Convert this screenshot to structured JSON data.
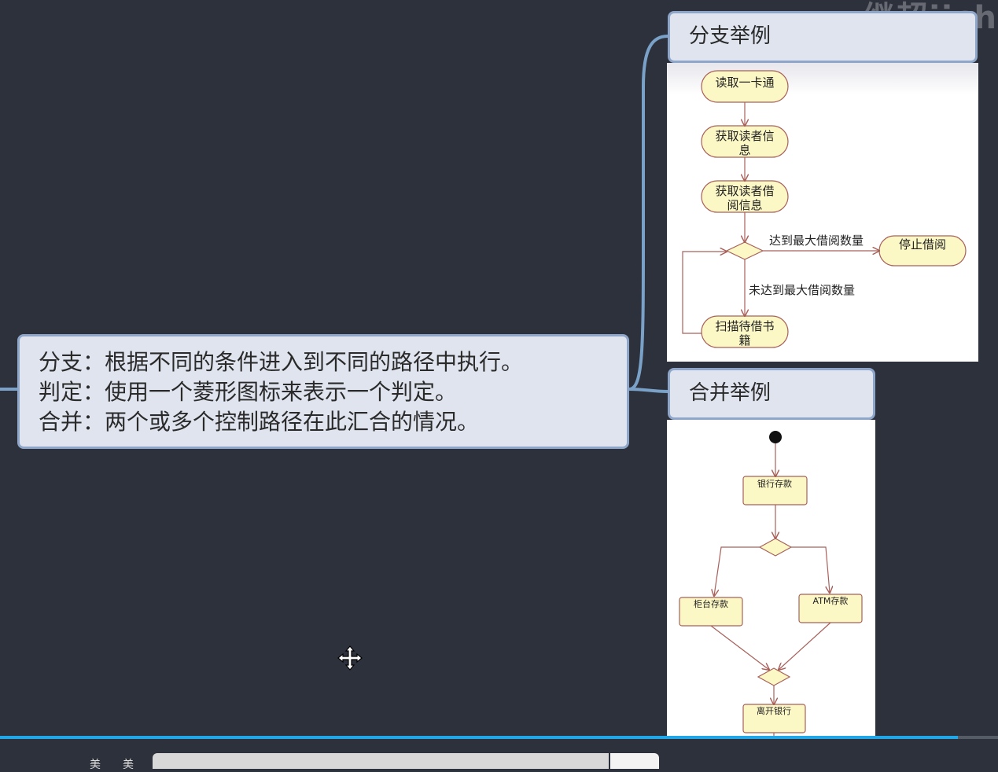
{
  "watermark": "继超jich",
  "mindmap": {
    "main_node": {
      "lines": [
        "分支：根据不同的条件进入到不同的路径中执行。",
        "判定：使用一个菱形图标来表示一个判定。",
        "合并：两个或多个控制路径在此汇合的情况。"
      ]
    },
    "branch_topic": {
      "title": "分支举例"
    },
    "merge_topic": {
      "title": "合并举例"
    }
  },
  "branch_diagram": {
    "states": {
      "read_card": "读取一卡通",
      "reader_info_1": "获取读者信",
      "reader_info_2": "息",
      "borrow_info_1": "获取读者借",
      "borrow_info_2": "阅信息",
      "stop_borrow": "停止借阅",
      "scan_book_1": "扫描待借书",
      "scan_book_2": "籍"
    },
    "guards": {
      "max_reached": "达到最大借阅数量",
      "max_not_reached": "未达到最大借阅数量"
    }
  },
  "merge_diagram": {
    "states": {
      "bank_deposit": "银行存款",
      "counter_deposit": "柜台存款",
      "atm_deposit": "ATM存款",
      "leave_bank": "离开银行"
    }
  },
  "player": {
    "progress_fraction": 0.96,
    "left_glyph_1": "美",
    "left_glyph_2": "美"
  },
  "colors": {
    "background": "#2d313c",
    "node_fill": "#dfe4ee",
    "node_border": "#8ea6c9",
    "connector": "#7aa2c8",
    "state_fill": "#fcf8c6",
    "state_stroke": "#a8605a",
    "progress": "#21a6e8"
  }
}
